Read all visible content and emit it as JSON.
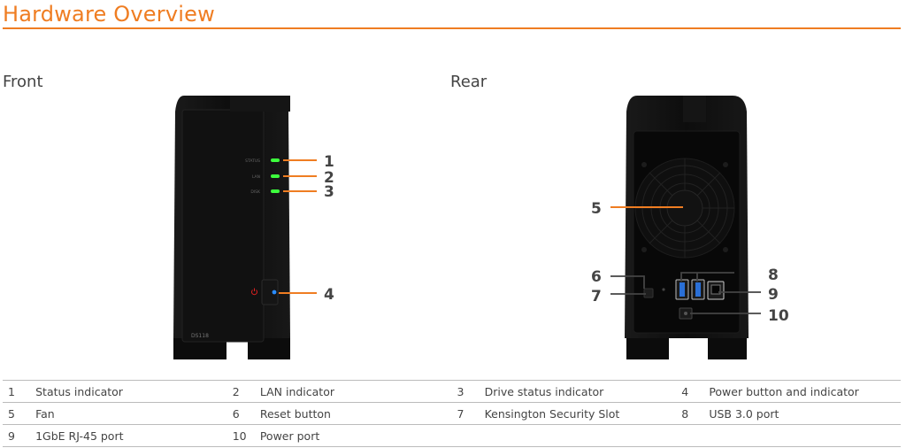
{
  "title": "Hardware Overview",
  "front": {
    "label": "Front",
    "led_labels": [
      "STATUS",
      "LAN",
      "DISK"
    ],
    "model": "DS118",
    "callouts": [
      "1",
      "2",
      "3",
      "4"
    ]
  },
  "rear": {
    "label": "Rear",
    "callouts": [
      "5",
      "6",
      "7",
      "8",
      "9",
      "10"
    ]
  },
  "parts": [
    {
      "num": "1",
      "name": "Status indicator"
    },
    {
      "num": "2",
      "name": "LAN indicator"
    },
    {
      "num": "3",
      "name": "Drive status indicator"
    },
    {
      "num": "4",
      "name": "Power button and indicator"
    },
    {
      "num": "5",
      "name": "Fan"
    },
    {
      "num": "6",
      "name": "Reset button"
    },
    {
      "num": "7",
      "name": "Kensington Security Slot"
    },
    {
      "num": "8",
      "name": "USB 3.0 port"
    },
    {
      "num": "9",
      "name": "1GbE RJ-45 port"
    },
    {
      "num": "10",
      "name": "Power port"
    }
  ],
  "colors": {
    "accent": "#ef7d22",
    "led_green": "#3dff3d",
    "power_blue": "#2a8cff",
    "power_red": "#e02020",
    "usb_blue": "#2a6fd6"
  }
}
